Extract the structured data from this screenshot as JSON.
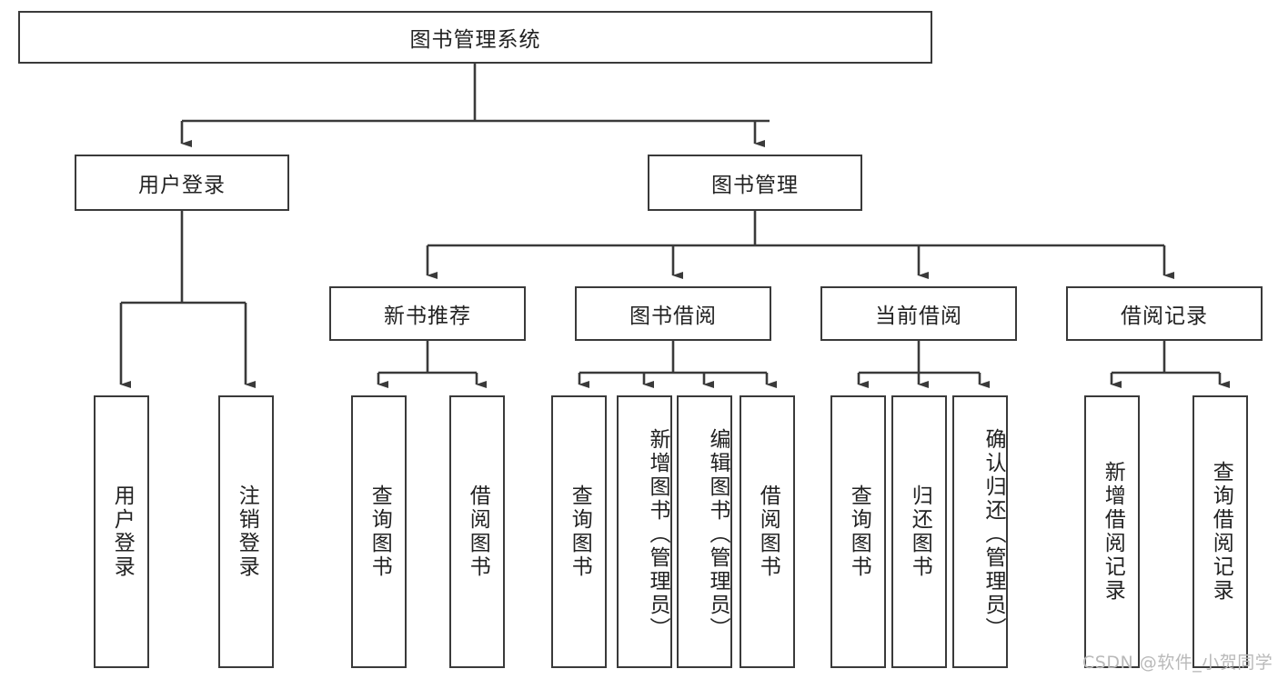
{
  "diagram": {
    "title": "图书管理系统",
    "type": "hierarchy-tree",
    "colors": {
      "stroke": "#3a3a3a",
      "fill": "#ffffff",
      "text": "#222222",
      "watermark": "#b9b9b9"
    },
    "root": {
      "label": "图书管理系统"
    },
    "level2": [
      {
        "label": "用户登录"
      },
      {
        "label": "图书管理"
      }
    ],
    "level3": [
      {
        "label": "新书推荐"
      },
      {
        "label": "图书借阅"
      },
      {
        "label": "当前借阅"
      },
      {
        "label": "借阅记录"
      }
    ],
    "leaves": {
      "user_login": [
        {
          "label": "用户登录"
        },
        {
          "label": "注销登录"
        }
      ],
      "new_book": [
        {
          "label": "查询图书"
        },
        {
          "label": "借阅图书"
        }
      ],
      "book_borrow": [
        {
          "label": "查询图书"
        },
        {
          "label": "新增图书（管理员）"
        },
        {
          "label": "编辑图书（管理员）"
        },
        {
          "label": "借阅图书"
        }
      ],
      "current_borrow": [
        {
          "label": "查询图书"
        },
        {
          "label": "归还图书"
        },
        {
          "label": "确认归还（管理员）"
        }
      ],
      "borrow_record": [
        {
          "label": "新增借阅记录"
        },
        {
          "label": "查询借阅记录"
        }
      ]
    }
  },
  "watermark": {
    "text": "CSDN @软件_小贺同学"
  }
}
